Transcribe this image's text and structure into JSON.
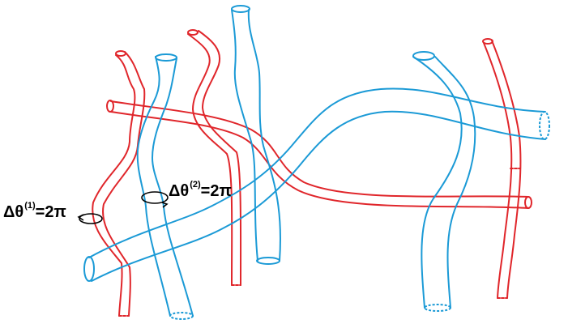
{
  "labels": {
    "winding_1": {
      "delta": "Δθ",
      "superscript": "(1)",
      "value": "=2π"
    },
    "winding_2": {
      "delta": "Δθ",
      "superscript": "(2)",
      "value": "=2π"
    }
  },
  "colors": {
    "red_tube": "#e0262b",
    "blue_tube": "#1b9ad6",
    "annotation": "#000000"
  },
  "icons": {
    "winding_loop_1": "ellipse-arrow-left",
    "winding_loop_2": "ellipse-arrow-right"
  }
}
